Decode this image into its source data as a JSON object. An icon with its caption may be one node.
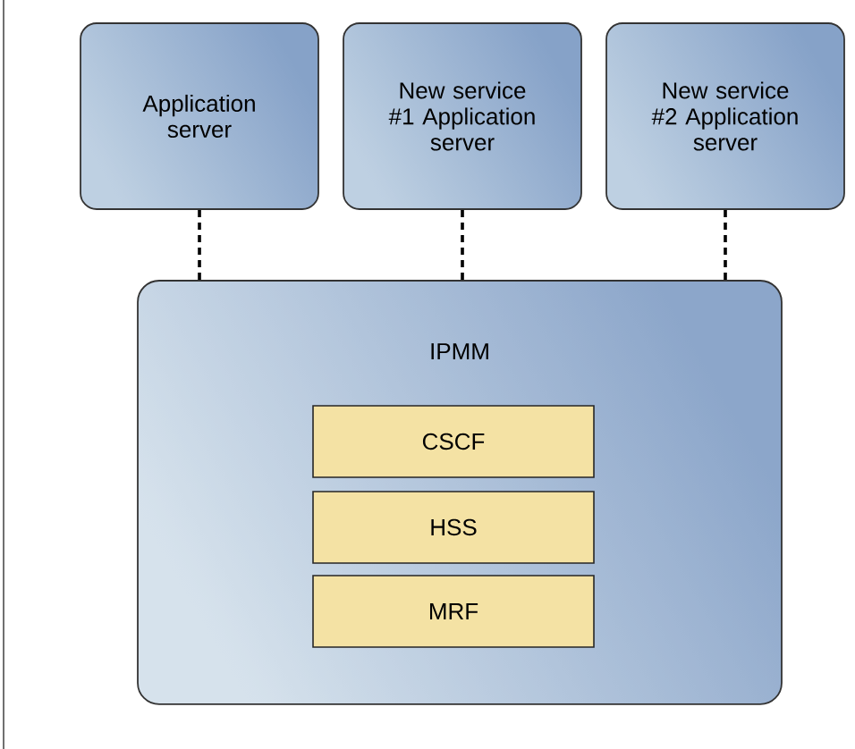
{
  "diagram": {
    "nodes": [
      {
        "text": [
          "Application server"
        ]
      },
      {
        "text": [
          "New service #1 Application server"
        ]
      },
      {
        "text": [
          "New service #2 Application server"
        ]
      },
      {
        "text": [
          "IPMM"
        ]
      },
      {
        "text": [
          "CSCF"
        ],
        "in": 3
      },
      {
        "text": [
          "HSS"
        ],
        "in": 3
      },
      {
        "text": [
          "MRF"
        ],
        "in": 3
      }
    ],
    "edges": [
      {
        "from": 0,
        "to": 3,
        "arrow": "none",
        "style": "dashed"
      },
      {
        "from": 1,
        "to": 3,
        "arrow": "none",
        "style": "dashed"
      },
      {
        "from": 2,
        "to": 3,
        "arrow": "none",
        "style": "dashed"
      }
    ]
  }
}
